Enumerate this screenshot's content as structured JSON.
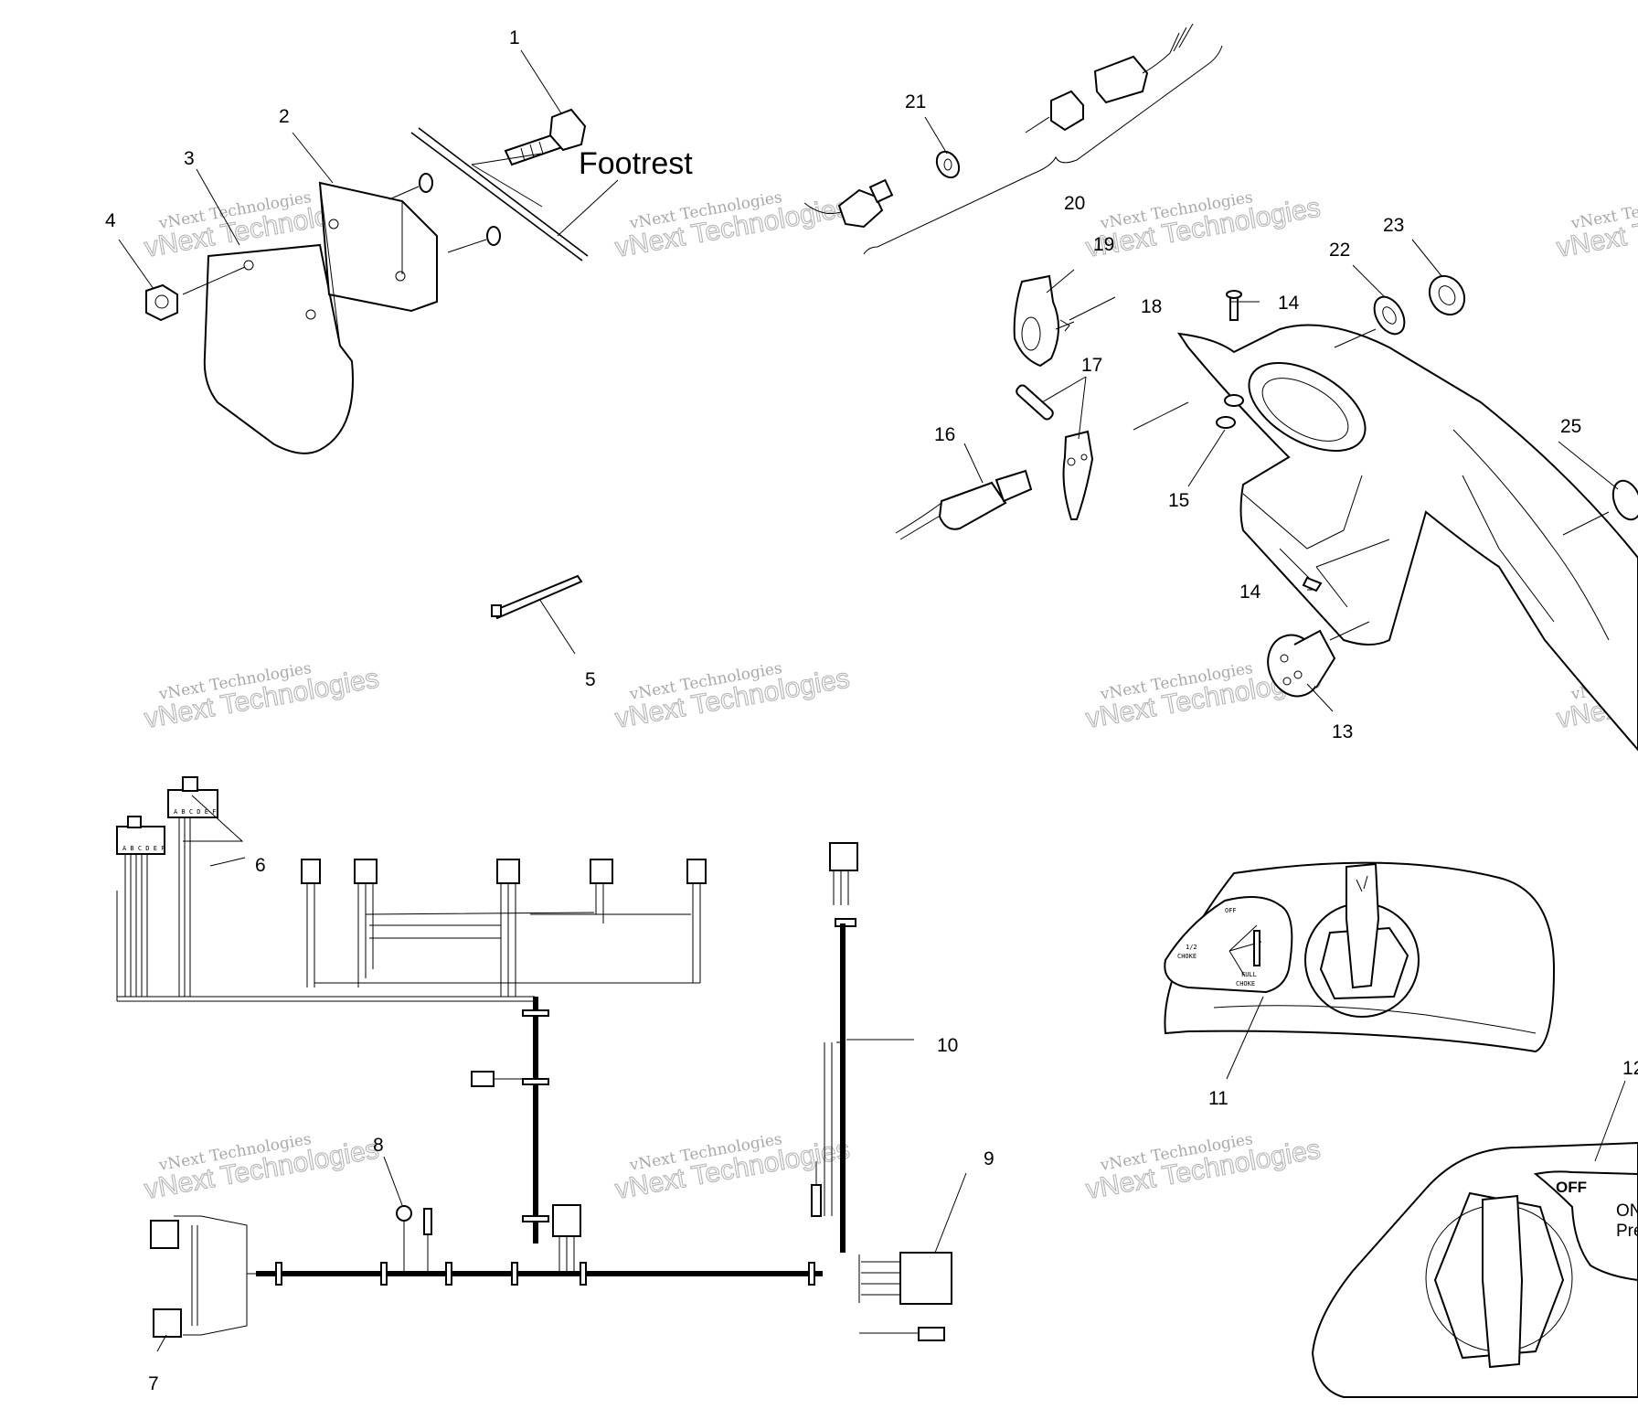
{
  "diagram": {
    "footrest_label": "Footrest",
    "callouts": {
      "c1": "1",
      "c2": "2",
      "c3": "3",
      "c4": "4",
      "c5": "5",
      "c6": "6",
      "c7": "7",
      "c8": "8",
      "c9": "9",
      "c10": "10",
      "c11": "11",
      "c12": "12",
      "c13": "13",
      "c14a": "14",
      "c14b": "14",
      "c15": "15",
      "c16": "16",
      "c17": "17",
      "c18": "18",
      "c19": "19",
      "c20": "20",
      "c21": "21",
      "c22": "22",
      "c23": "23",
      "c25": "25"
    },
    "choke_panel": {
      "off": "OFF",
      "half_choke_1": "1/2",
      "half_choke_2": "CHOKE",
      "full_choke_1": "FULL",
      "full_choke_2": "CHOKE"
    },
    "key_panel": {
      "off": "OFF",
      "on": "ON",
      "press": "Pre"
    },
    "connector_pins": "A B C D E F",
    "watermark": {
      "line1": "vNext Technologies",
      "line2": "vNext Technologies"
    }
  }
}
